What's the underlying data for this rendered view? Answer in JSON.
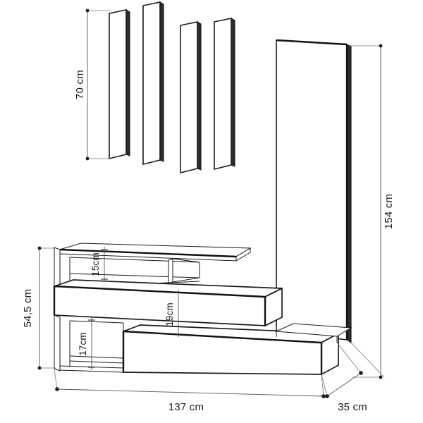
{
  "document": {
    "kind": "furniture-technical-drawing",
    "title": "Hallway Wall Unit Dimension Drawing",
    "background_color": "#ffffff",
    "line_color": "#1a1a1a",
    "dimension_line_color": "#555555"
  },
  "dimensions": {
    "wall_panels_height": "70 cm",
    "tall_cabinet_height": "154 cm",
    "lower_unit_height": "54,5 cm",
    "overall_width": "137 cm",
    "overall_depth": "35 cm",
    "top_shelf_gap": "15cm",
    "middle_drawer_height": "19cm",
    "bottom_shelf_gap": "17cm"
  },
  "parts": {
    "wall_panel_1": "wall-panel-1",
    "wall_panel_2": "wall-panel-2",
    "wall_panel_3": "wall-panel-3",
    "wall_panel_4": "wall-panel-4",
    "tall_cabinet": "tall-mirror-cabinet",
    "top_shelf": "top-shelf",
    "middle_drawer": "middle-drawer",
    "bottom_drawer": "bottom-drawer",
    "base_cabinet": "base-cabinet"
  }
}
